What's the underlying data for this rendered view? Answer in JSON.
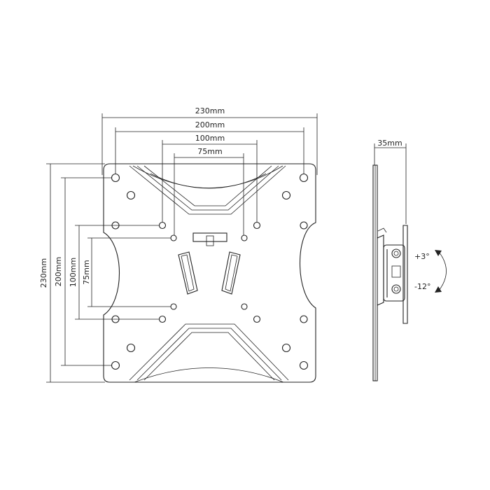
{
  "front_view": {
    "dimensions_horizontal": [
      "230mm",
      "200mm",
      "100mm",
      "75mm"
    ],
    "dimensions_vertical": [
      "230mm",
      "200mm",
      "100mm",
      "75mm"
    ]
  },
  "side_view": {
    "depth_label": "35mm",
    "tilt_up_label": "+3°",
    "tilt_down_label": "-12°"
  }
}
